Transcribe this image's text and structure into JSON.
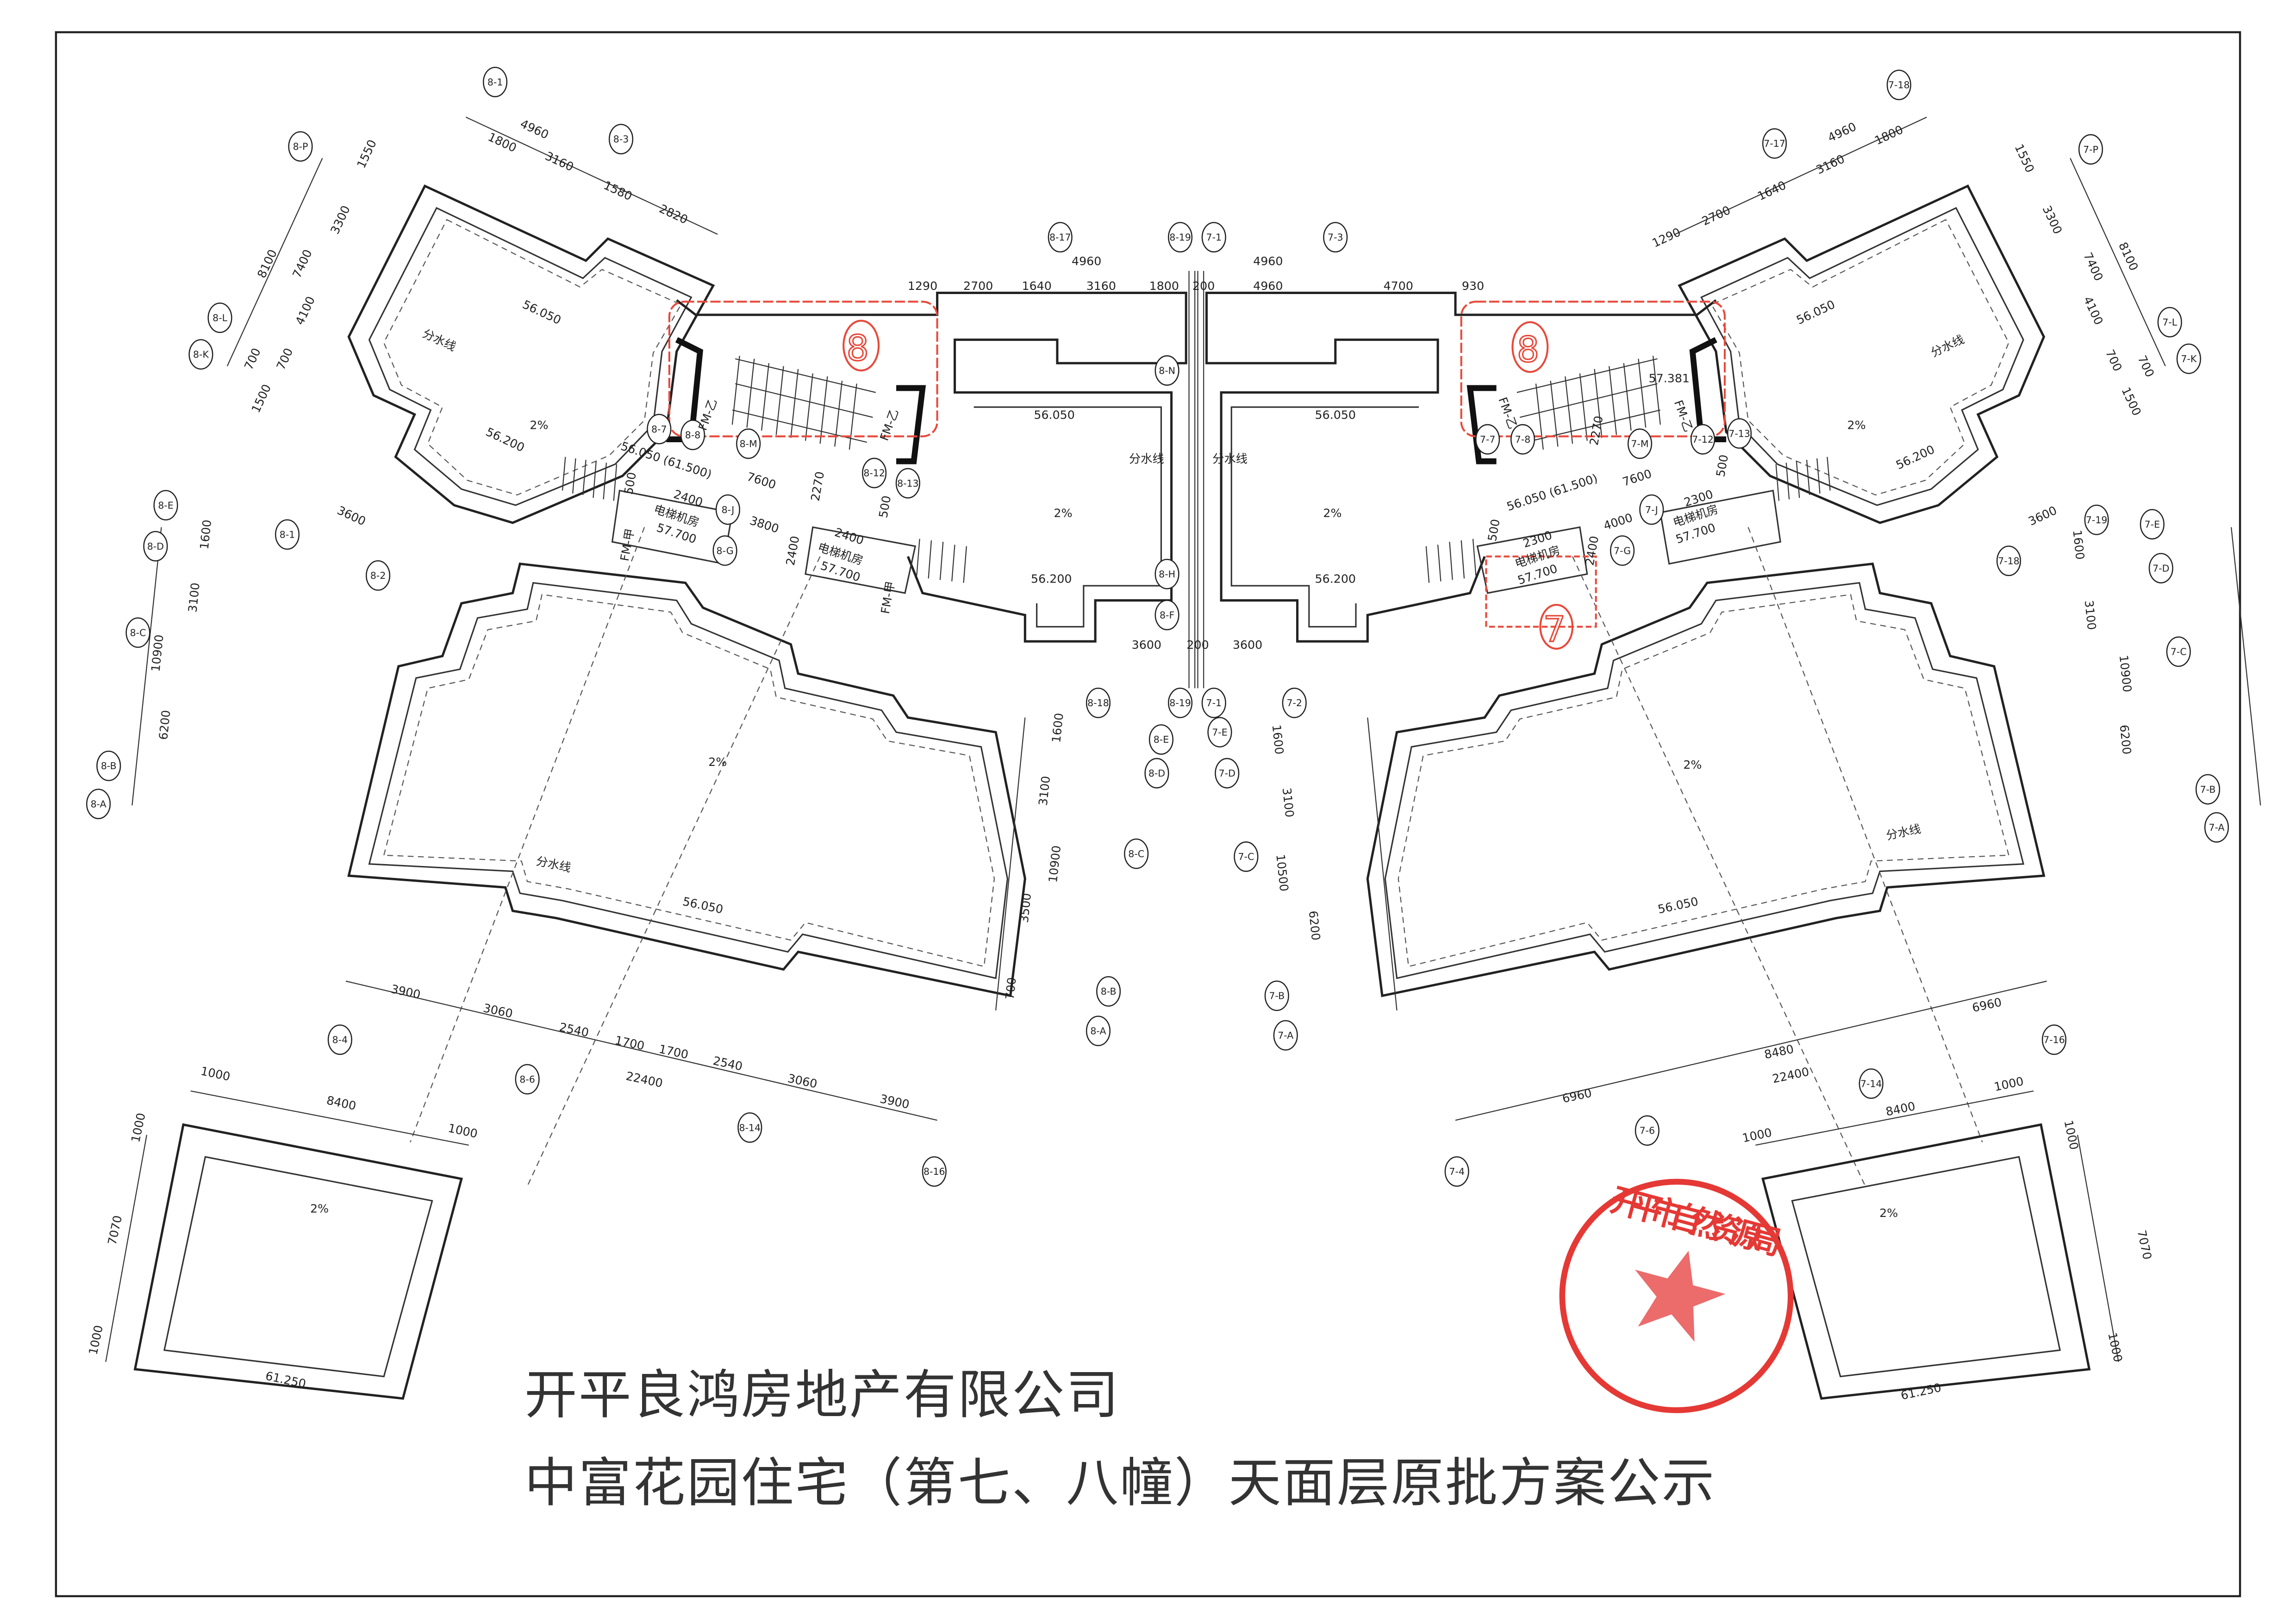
{
  "title": {
    "line1": "开平良鸿房地产有限公司",
    "line2": "中富花园住宅（第七、八幢）天面层原批方案公示"
  },
  "stamp": {
    "text": "开平市自然资源局",
    "color": "#e53935"
  },
  "revision_markers": [
    "8",
    "8",
    "7"
  ],
  "colors": {
    "line": "#222222",
    "revision": "#e8493a"
  },
  "labels": {
    "center_dims": [
      "4960",
      "4960",
      "1290",
      "2700",
      "1640",
      "3160",
      "1800",
      "200",
      "4960",
      "4700",
      "930",
      "3600",
      "200",
      "3600"
    ],
    "center_axes": [
      "8-17",
      "8-19",
      "7-1",
      "7-3",
      "8-N",
      "8-H",
      "8-F",
      "8-18",
      "8-19",
      "7-1",
      "7-2"
    ],
    "center_levels": [
      "56.050",
      "2%",
      "56.200",
      "分水线",
      "56.050",
      "2%",
      "56.200",
      "分水线"
    ],
    "ul_dims": [
      "4960",
      "1800",
      "3160",
      "1580",
      "2820",
      "1550",
      "3300",
      "8100",
      "7400",
      "4100",
      "700",
      "700",
      "1500",
      "3600",
      "1600",
      "3100",
      "10900",
      "6200"
    ],
    "ul_axes": [
      "8-1",
      "8-3",
      "8-P",
      "8-L",
      "8-K",
      "8-1",
      "8-2",
      "8-E",
      "8-D",
      "8-C",
      "8-B",
      "8-A"
    ],
    "ul_levels": [
      "56.050",
      "2%",
      "56.200",
      "分水线"
    ],
    "stair_left": [
      "8-7",
      "8-8",
      "8-M",
      "8-12",
      "8-13",
      "8-J",
      "8-G"
    ],
    "stair_left_text": [
      "56.050 (61.500)",
      "7600",
      "2270",
      "3800",
      "2400",
      "电梯机房",
      "57.700",
      "2400",
      "电梯机房",
      "57.700",
      "2400",
      "500",
      "500",
      "FM-乙",
      "FM-乙",
      "FM-甲",
      "FM-甲"
    ],
    "ll_levels": [
      "2%",
      "56.050",
      "分水线"
    ],
    "ll_dims": [
      "1600",
      "3100",
      "10900",
      "3500",
      "700",
      "3900",
      "3060",
      "2540",
      "1700",
      "1700",
      "2540",
      "3060",
      "3900",
      "22400"
    ],
    "ll_axes": [
      "8-E",
      "8-D",
      "8-C",
      "8-B",
      "8-A",
      "8-4",
      "8-6",
      "8-14",
      "8-16"
    ],
    "lb_box": [
      "1000",
      "8400",
      "1000",
      "1000",
      "7070",
      "1000",
      "2%",
      "61.250"
    ],
    "ur_dims": [
      "4960",
      "1800",
      "3160",
      "1640",
      "2700",
      "1290",
      "1550",
      "3300",
      "8100",
      "7400",
      "4100",
      "700",
      "700",
      "1500",
      "3600",
      "1600",
      "3100",
      "10900",
      "6200"
    ],
    "ur_axes": [
      "7-18",
      "7-17",
      "7-P",
      "7-L",
      "7-K",
      "7-19",
      "7-18",
      "7-E",
      "7-D",
      "7-C",
      "7-B",
      "7-A"
    ],
    "ur_levels": [
      "56.050",
      "2%",
      "56.200",
      "分水线"
    ],
    "stair_right": [
      "7-7",
      "7-8",
      "7-M",
      "7-12",
      "7-13",
      "7-J",
      "7-G"
    ],
    "stair_right_text": [
      "56.050 (61.500)",
      "7600",
      "2270",
      "4000",
      "2300",
      "电梯机房",
      "57.700",
      "2300",
      "电梯机房",
      "57.700",
      "2400",
      "57.381",
      "500",
      "500",
      "FM-乙",
      "FM-乙"
    ],
    "lr_levels": [
      "2%",
      "56.050",
      "分水线"
    ],
    "lr_dims": [
      "1600",
      "3100",
      "10500",
      "6200",
      "6960",
      "8480",
      "22400",
      "6960"
    ],
    "lr_axes": [
      "7-E",
      "7-D",
      "7-C",
      "7-B",
      "7-A",
      "7-16",
      "7-14",
      "7-6",
      "7-4"
    ],
    "rb_box": [
      "8400",
      "1000",
      "1000",
      "1000",
      "7070",
      "1000",
      "2%",
      "61.250"
    ]
  }
}
